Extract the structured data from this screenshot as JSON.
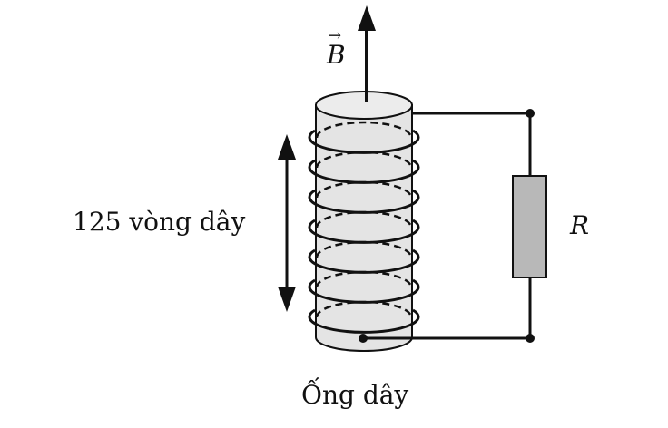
{
  "diagram": {
    "field_label": "B",
    "field_label_arrow": "→",
    "turns_label": "125 vòng dây",
    "coil_label": "Ống dây",
    "resistor_label": "R",
    "colors": {
      "stroke": "#111111",
      "cylinder_fill": "#e4e4e4",
      "resistor_fill": "#b8b8b8"
    }
  }
}
